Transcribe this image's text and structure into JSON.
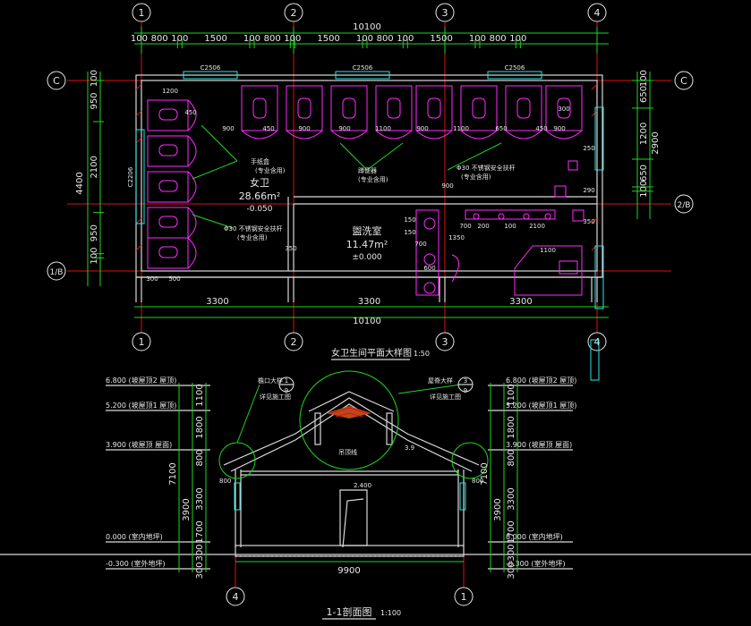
{
  "plan": {
    "title": "女卫生间平面大样图",
    "scale": "1:50",
    "axis_labels": [
      "1",
      "2",
      "3",
      "4"
    ],
    "row_labels": [
      "C",
      "2/B",
      "1/B"
    ],
    "top_total": "10100",
    "bottom_total": "10100",
    "top_dims": [
      "100",
      "800",
      "100",
      "1500",
      "100",
      "800",
      "100",
      "1500",
      "100",
      "800",
      "100",
      "1500",
      "100",
      "800",
      "100"
    ],
    "bottom_dims": [
      "3300",
      "3300",
      "3300"
    ],
    "left_dims": [
      "100",
      "950",
      "2100",
      "950",
      "100"
    ],
    "left_total": "4400",
    "right_dims": [
      "100",
      "650",
      "1200",
      "650",
      "100"
    ],
    "right_total": "2900",
    "window_tags": [
      "C2506",
      "C2506",
      "C2506"
    ],
    "side_window_tag": "C2206",
    "rooms": [
      {
        "name": "女卫",
        "area": "28.66m²",
        "level": "-0.050"
      },
      {
        "name": "盥洗室",
        "area": "11.47m²",
        "level": "±0.000"
      }
    ],
    "annotations": [
      "手纸盒",
      "(专业含用)",
      "Φ30 不锈钢安全扶杆",
      "(专业含用)",
      "蹲便器",
      "(专业含用)",
      "Φ30 不锈钢安全扶杆",
      "(专业含用)"
    ],
    "inner_dims": [
      "1200",
      "450",
      "900",
      "450",
      "900",
      "900",
      "1100",
      "900",
      "1100",
      "650",
      "450",
      "900",
      "300",
      "250",
      "290",
      "350",
      "700",
      "200",
      "1100",
      "150",
      "150",
      "600",
      "700",
      "300",
      "500",
      "350",
      "1350",
      "2100",
      "900",
      "100"
    ]
  },
  "section": {
    "title": "1-1剖面图",
    "scale": "1:100",
    "axis_labels": [
      "4",
      "1"
    ],
    "total_width": "9900",
    "left_levels": [
      "6.800 (坡屋顶2 屋顶)",
      "5.200 (坡屋顶1 屋顶)",
      "3.900 (坡屋顶 屋面)",
      "0.000 (室内地坪)",
      "-0.300 (室外地坪)"
    ],
    "right_levels": [
      "6.800 (坡屋顶2 屋顶)",
      "5.200 (坡屋顶1 屋顶)",
      "3.900 (坡屋顶 屋面)",
      "0.000 (室内地坪)",
      "-0.300 (室外地坪)"
    ],
    "left_dims": [
      "1100",
      "1800",
      "800",
      "3300",
      "1700",
      "300",
      "300"
    ],
    "left_totals": [
      "7100",
      "3900"
    ],
    "right_dims": [
      "1100",
      "1800",
      "800",
      "3300",
      "1700",
      "300",
      "300"
    ],
    "right_totals": [
      "7100",
      "3900"
    ],
    "callouts": [
      {
        "text": "檐口大样",
        "ref": "9",
        "num": "1"
      },
      {
        "text": "屋脊大样",
        "ref": "9",
        "num": "3"
      }
    ],
    "callout_sub": [
      "详见施工图",
      "详见施工图"
    ],
    "labels": [
      "吊顶线",
      "2.400",
      "3.9",
      "800",
      "800"
    ]
  }
}
